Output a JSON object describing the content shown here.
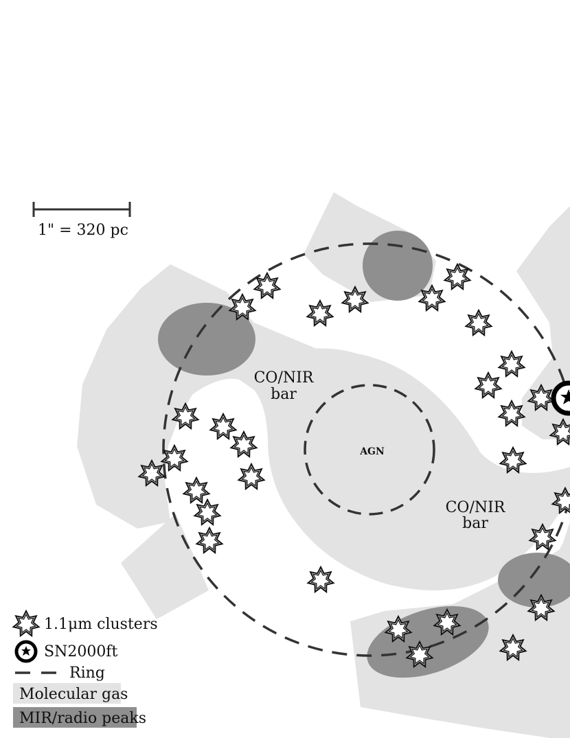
{
  "scale_bar": {
    "label": "1\" = 320 pc"
  },
  "labels": {
    "agn": "AGN",
    "bar_upper_line1": "CO/NIR",
    "bar_upper_line2": "bar",
    "bar_lower_line1": "CO/NIR",
    "bar_lower_line2": "bar"
  },
  "legend": {
    "clusters": "1.1μm clusters",
    "sn": "SN2000ft",
    "ring": "Ring",
    "molecular_gas": "Molecular gas",
    "mir_radio": "MIR/radio peaks"
  },
  "colors": {
    "molecular_gas": "#e3e3e3",
    "mir_radio": "#8f8f8f",
    "ring": "#333333",
    "star_stroke": "#111111"
  },
  "icons": {
    "cluster": "seven-point-star-icon",
    "supernova": "ringed-star-icon",
    "ring": "dashed-line-icon"
  }
}
